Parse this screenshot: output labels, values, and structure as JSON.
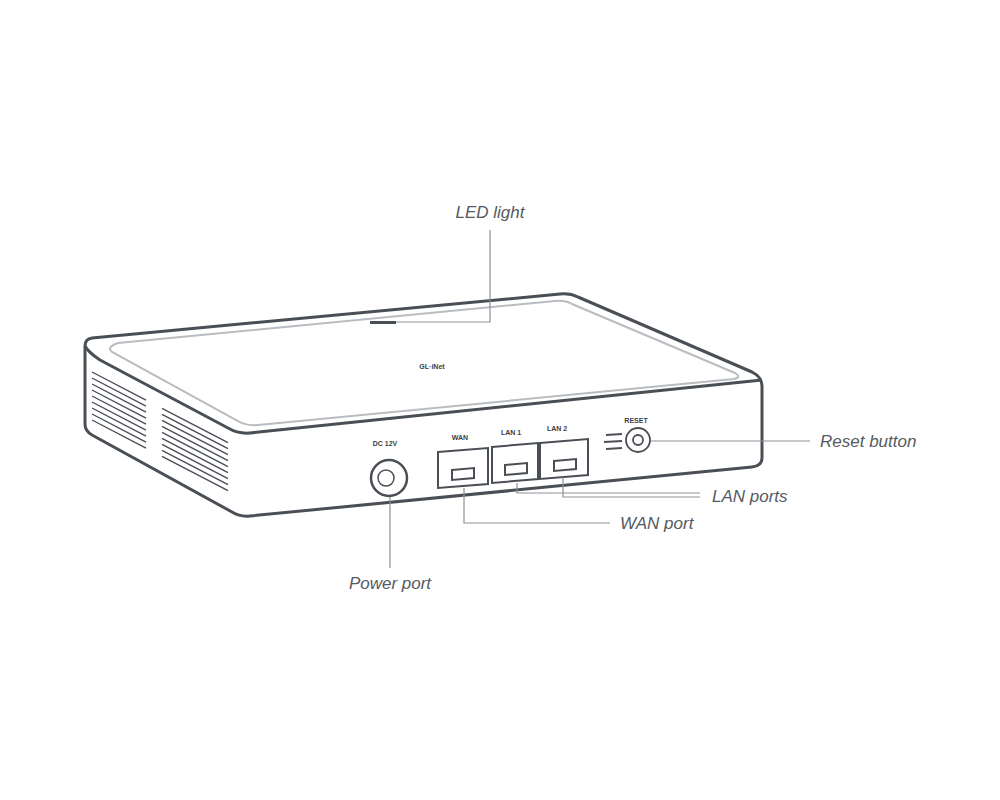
{
  "diagram": {
    "labels": [
      "LED light",
      "GL·iNet",
      "DC 12V",
      "WAN",
      "LAN 1",
      "LAN 2",
      "RESET",
      "Reset button",
      "LAN ports",
      "WAN port",
      "Power port"
    ]
  }
}
